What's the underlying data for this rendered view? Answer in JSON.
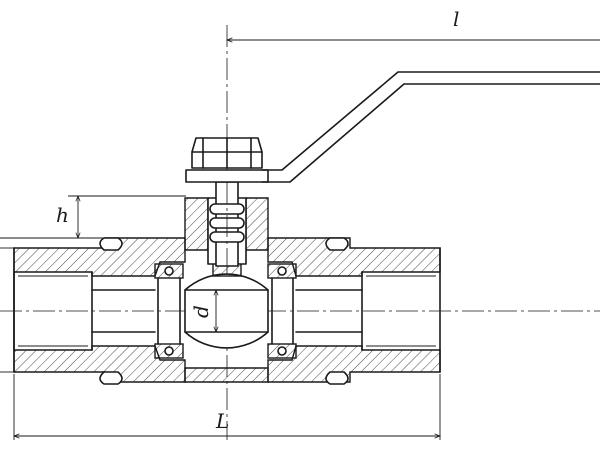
{
  "drawing": {
    "dimension_labels": {
      "handle_length": "l",
      "overall_length": "L",
      "height": "h",
      "bore_diameter": "d"
    }
  }
}
